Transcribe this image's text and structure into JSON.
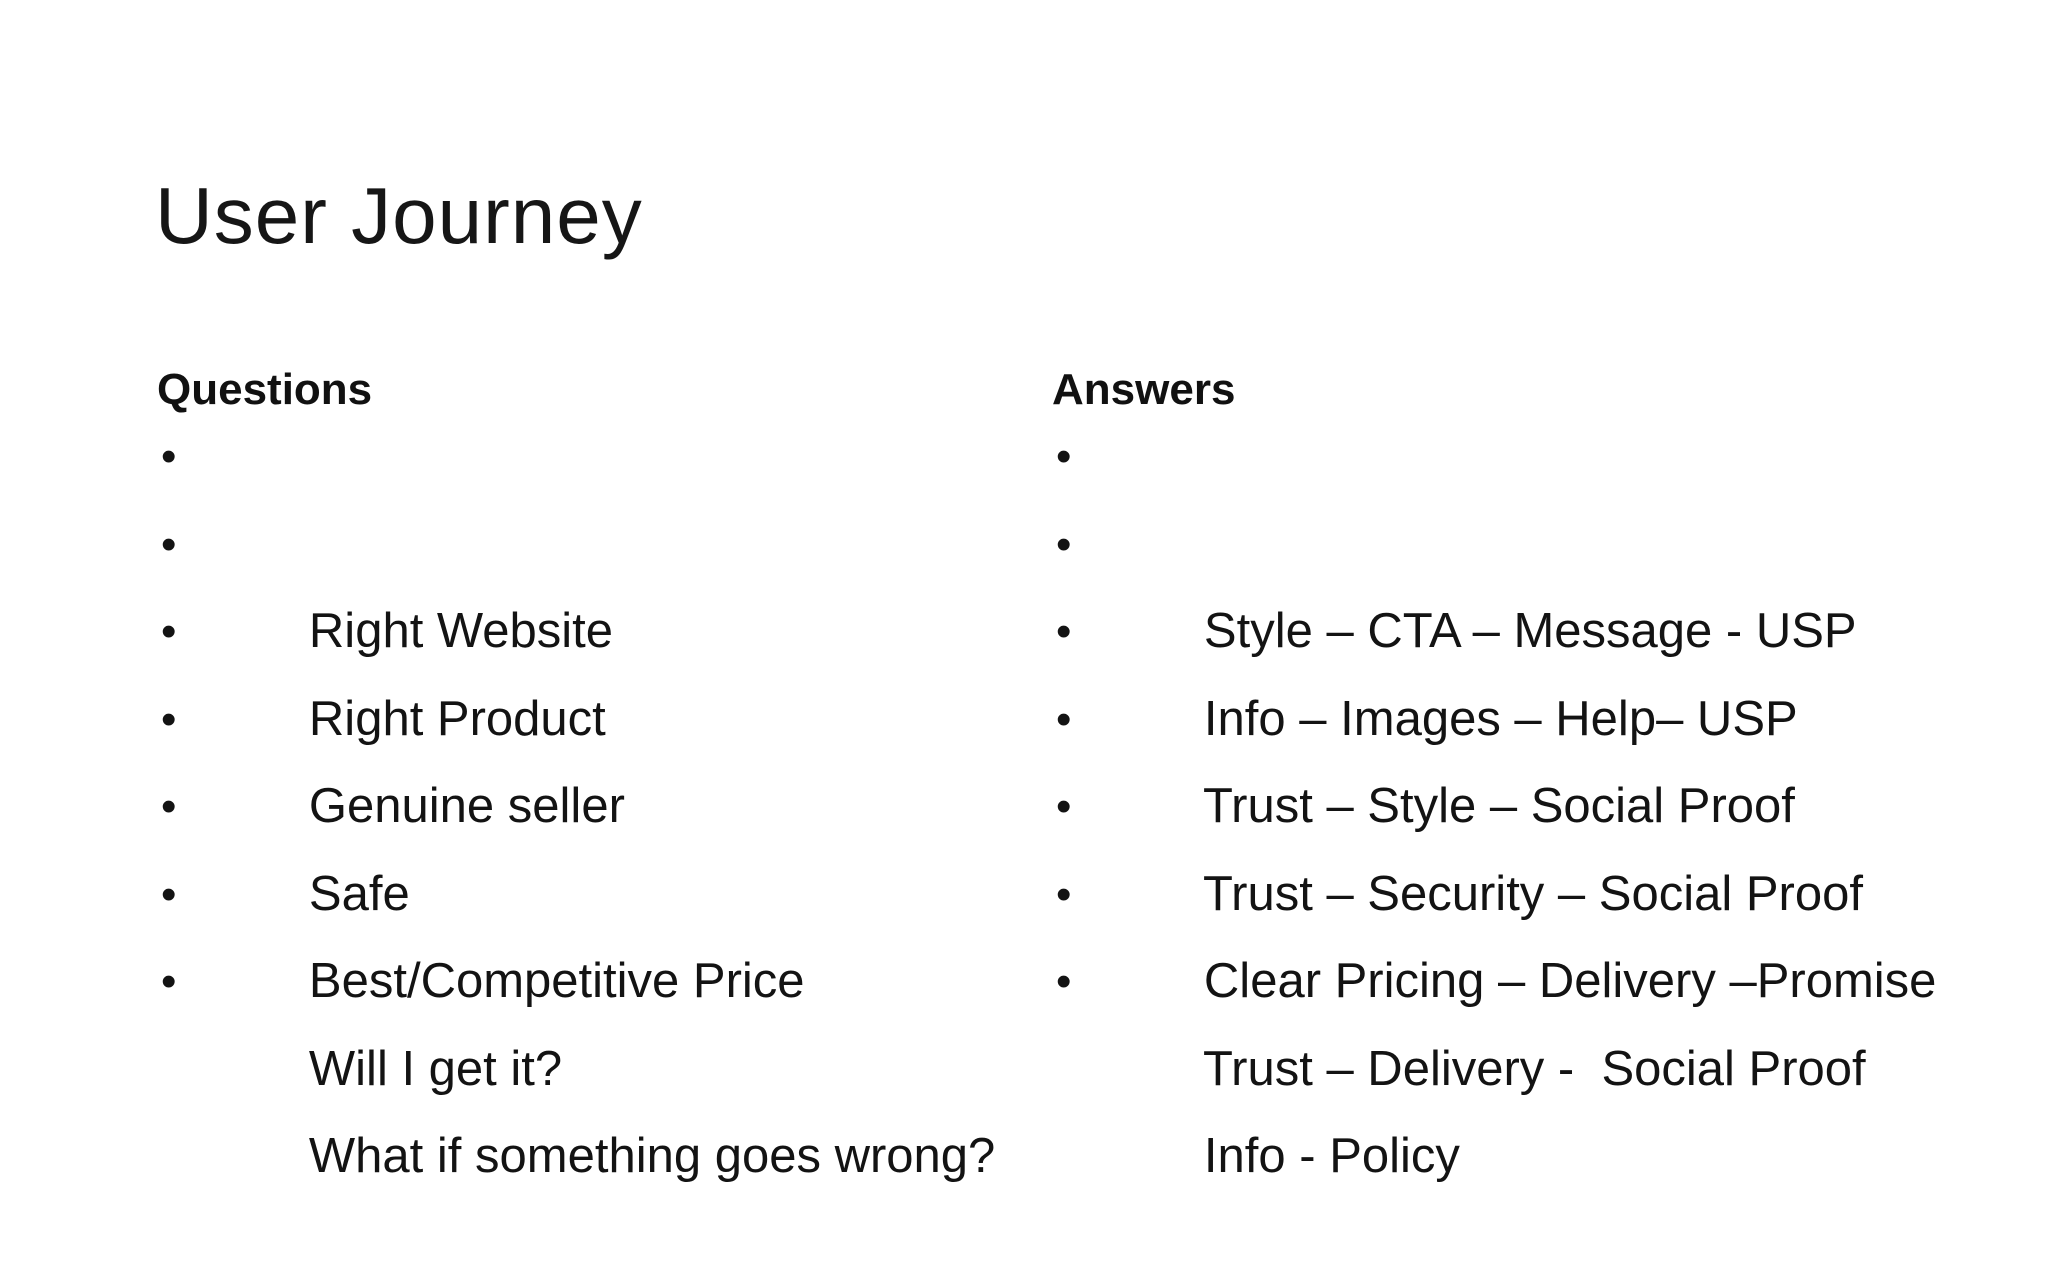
{
  "slide": {
    "title": "User Journey",
    "bullet_char": "•",
    "background_color": "#ffffff",
    "text_color": "#111111"
  },
  "columns": {
    "questions": {
      "header": "Questions",
      "items": [
        "Right Website",
        "Right Product",
        "Genuine seller",
        "Safe",
        "Best/Competitive Price",
        "Will I get it?",
        "What if something goes wrong?"
      ]
    },
    "answers": {
      "header": "Answers",
      "items": [
        "Style – CTA – Message - USP",
        "Info – Images – Help– USP",
        "Trust – Style – Social Proof",
        "Trust – Security – Social Proof",
        "Clear Pricing – Delivery –Promise",
        "Trust – Delivery -  Social Proof",
        "Info - Policy"
      ]
    }
  }
}
